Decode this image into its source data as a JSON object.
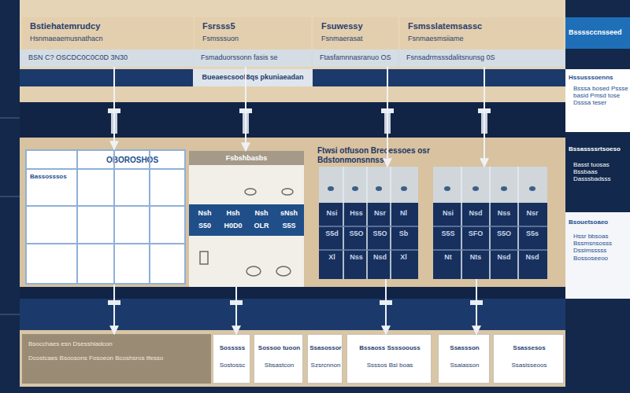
{
  "diagram": {
    "nodes": [
      {
        "text": [
          "Bstiehatemrudcy",
          "Hsnmaeaemusnathacn",
          "BSN C? OSCDC0C0C0D 3N30"
        ]
      },
      {
        "text": [
          "Fsrsss5",
          "Fsmsssuon",
          "Fsmaduorssonn fasis se"
        ]
      },
      {
        "text": [
          "Fsuwessy",
          "Fsnmaerasat",
          "Ftasfamnnasranuo OS"
        ]
      },
      {
        "text": [
          "Fsmsslatemsassc",
          "Fsnmaesmsiiame",
          "Fsnsadrmsssdalitsnunsg 0S"
        ]
      },
      {
        "text": [
          "Ftwsi otfuson Breoessoes osr Bdstonmonsnnsss"
        ]
      },
      {
        "text": [
          "OBOROSHOS",
          "Bassosssos"
        ],
        "in": 4
      },
      {
        "text": [
          "Fsbshbasbs",
          "Nsh",
          "Hsh",
          "Nsh",
          "sNsh",
          "S50",
          "H0D0",
          "OLR",
          "S5S"
        ],
        "in": 4
      },
      {
        "text": [
          "Nsi",
          "Hss",
          "Nsr",
          "Nl",
          "S5d",
          "S5O",
          "S5O",
          "Sb",
          "Xl",
          "Nss",
          "Nsd",
          "Xl"
        ],
        "in": 4
      },
      {
        "text": [
          "Nsi",
          "Nsd",
          "Nss",
          "Nsr",
          "S5S",
          "SFO",
          "S5O",
          "S5s",
          "Nt",
          "Nts",
          "Nsd",
          "Nsd"
        ],
        "in": 4
      },
      {
        "text": [
          "Bsocchaes esn Dsesshiadcon",
          "Dcostcaes Bsoosons Fosoeon Bcoshsros tfesso"
        ]
      },
      {
        "text": [
          "Sosssss",
          "Sostossc"
        ]
      },
      {
        "text": [
          "Sossoo tuoon",
          "Sbsastcon"
        ]
      },
      {
        "text": [
          "Ssasossor",
          "Szsrcnnon"
        ]
      },
      {
        "text": [
          "Bssaoss Ssssoouss",
          "Ssssos Bsl boas"
        ]
      },
      {
        "text": [
          "Ssassson",
          "Ssaiasson"
        ]
      },
      {
        "text": [
          "Ssassesos",
          "Ssasisseoos"
        ]
      },
      {
        "text": [
          "Bssssccnsseed"
        ]
      },
      {
        "text": [
          "Hssusssoenns",
          "Bsssa bosed Pssse basid Pmsd tose Dsssa teser"
        ]
      },
      {
        "text": [
          "Bssassssrtsoeso",
          "Basst tuosas Bssbaas Dasssbadsss"
        ]
      },
      {
        "text": [
          "Bsouetsoaeo",
          "Hssr bbsoas Bssmsnsosss Dssimsssss Bossoseeoo"
        ]
      }
    ],
    "edges": [
      {
        "from": 0,
        "to": 5,
        "arrow": "to"
      },
      {
        "from": 1,
        "to": 6,
        "arrow": "to"
      },
      {
        "from": 2,
        "to": 7,
        "arrow": "to"
      },
      {
        "from": 3,
        "to": 8,
        "arrow": "to"
      },
      {
        "from": 5,
        "to": 9,
        "arrow": "to"
      },
      {
        "from": 6,
        "to": 10,
        "arrow": "to"
      },
      {
        "from": 7,
        "to": 13,
        "arrow": "to"
      },
      {
        "from": 8,
        "to": 14,
        "arrow": "to"
      }
    ],
    "labels": [
      "Bueaescsoof8qs pkuniaeadan"
    ]
  }
}
